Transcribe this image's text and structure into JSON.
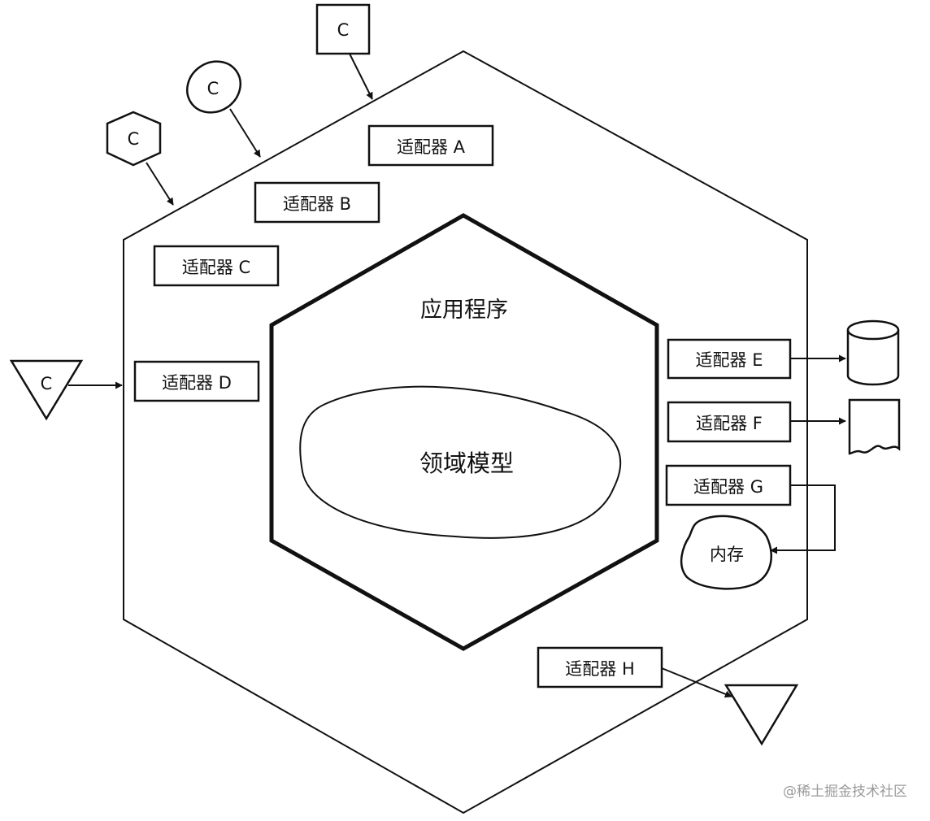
{
  "layers": {
    "application": "应用程序",
    "domain_model": "领域模型"
  },
  "adapters": {
    "a": "适配器 A",
    "b": "适配器 B",
    "c": "适配器 C",
    "d": "适配器 D",
    "e": "适配器 E",
    "f": "适配器 F",
    "g": "适配器 G",
    "h": "适配器 H"
  },
  "clients": {
    "square": "C",
    "ellipse": "C",
    "hexagon": "C",
    "triangle": "C"
  },
  "memory": "内存",
  "watermark": "@稀土掘金技术社区"
}
